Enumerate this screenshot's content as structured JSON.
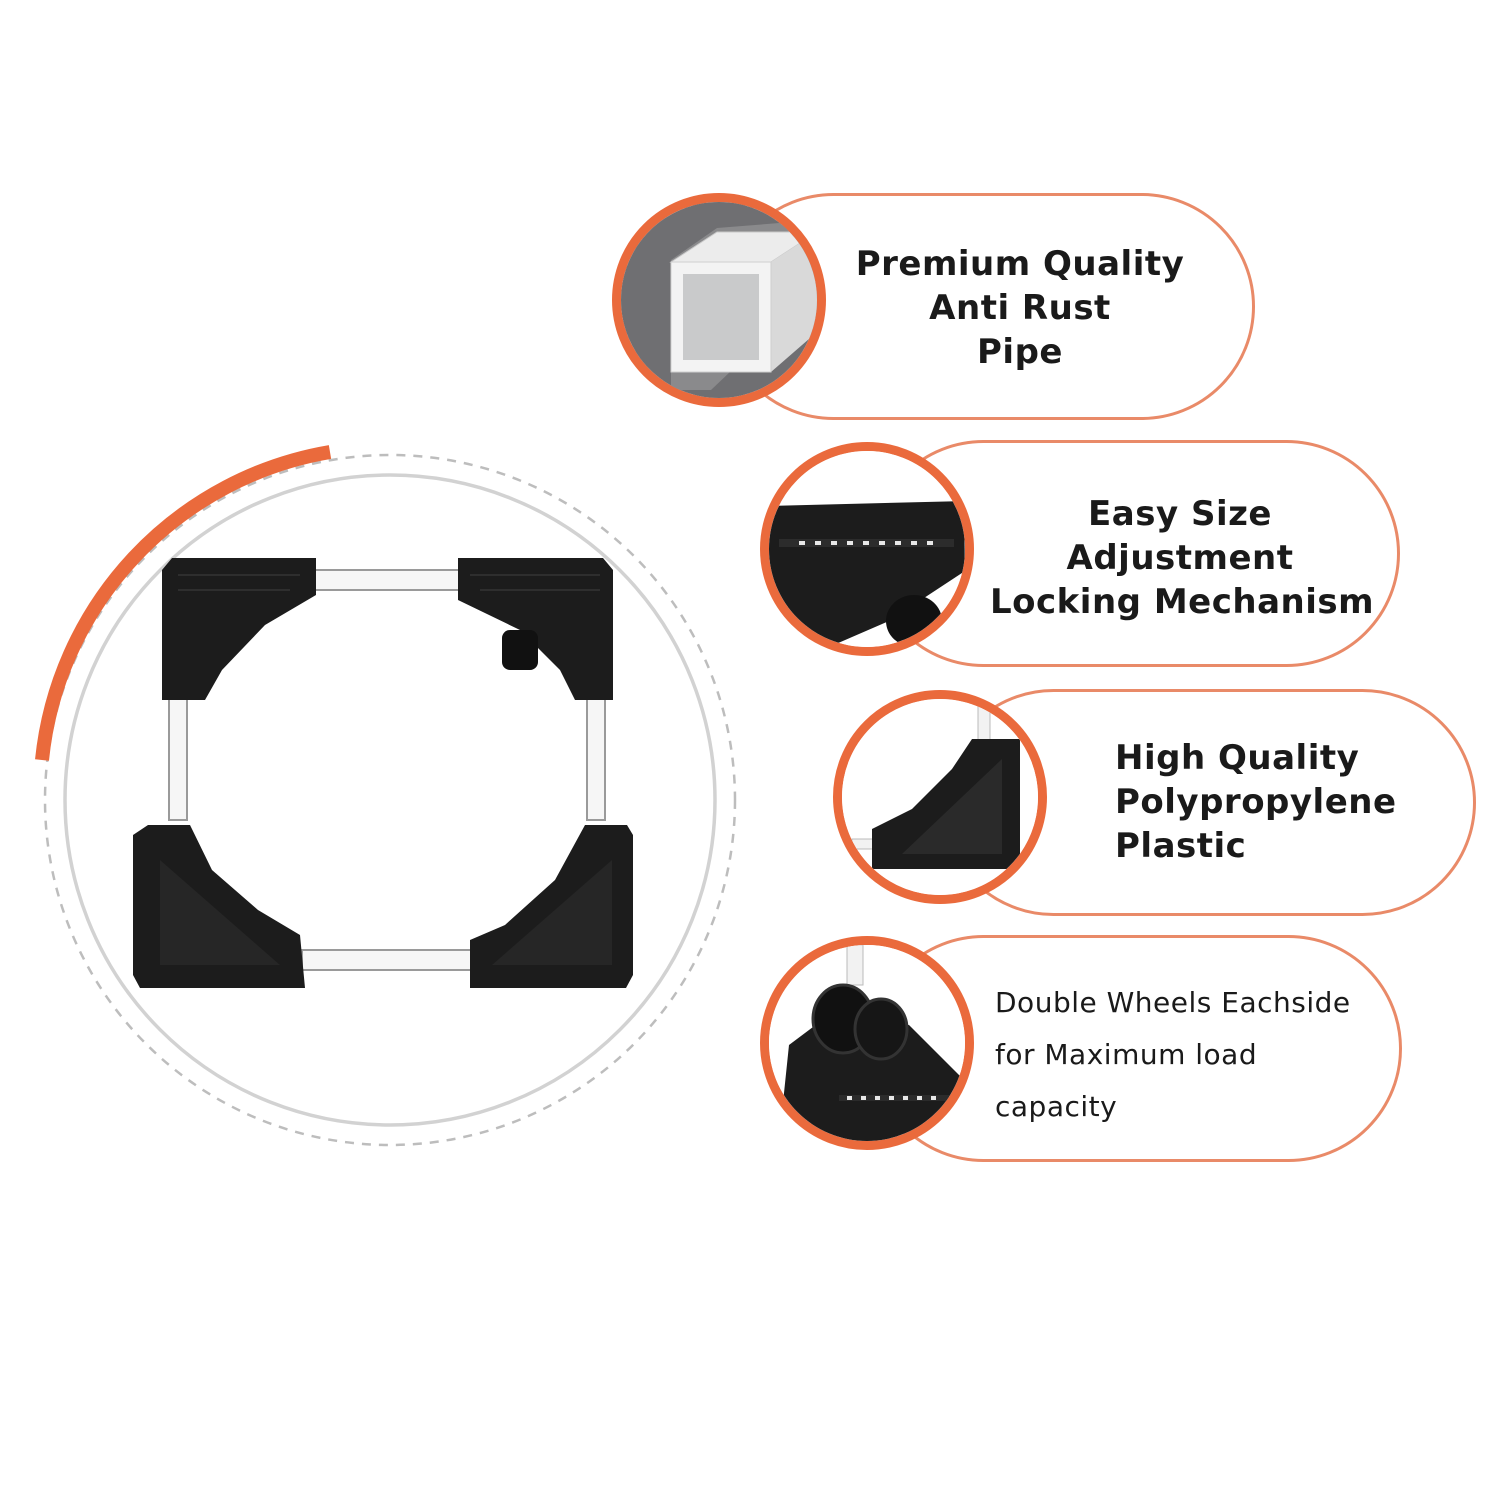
{
  "features": [
    {
      "lines": [
        "Premium Quality",
        "Anti Rust",
        "Pipe"
      ],
      "icon": "square-pipe-icon"
    },
    {
      "lines": [
        "Easy Size",
        "Adjustment",
        "Locking Mechanism"
      ],
      "icon": "locking-mechanism-icon"
    },
    {
      "lines": [
        "High Quality",
        "Polypropylene",
        "Plastic"
      ],
      "icon": "plastic-corner-icon"
    },
    {
      "lines": [
        "Double Wheels Eachside",
        "for Maximum load",
        "capacity"
      ],
      "icon": "double-wheel-icon"
    }
  ],
  "colors": {
    "accent": "#ea6a3c",
    "pill_border": "#e98a68",
    "text": "#1a1a1a",
    "plastic": "#1c1c1c",
    "pipe": "#f4f4f4"
  }
}
